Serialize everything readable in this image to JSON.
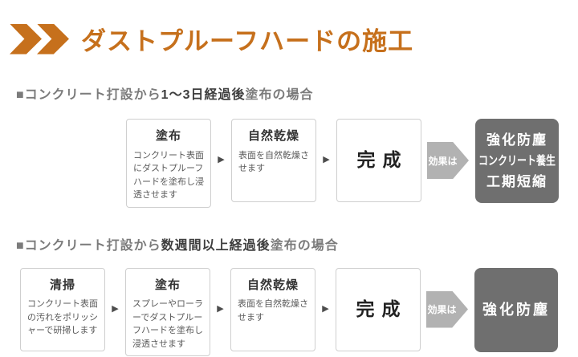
{
  "header": {
    "title": "ダストプルーフハードの施工",
    "accent_color": "#c6701c",
    "chevron_icon": "double-chevron-right"
  },
  "flow_arrow_glyph": "▶",
  "colors": {
    "heading_gray": "#7b7b7b",
    "heading_emphasis": "#3e3e3e",
    "box_border": "#cfcfcf",
    "step_title": "#333333",
    "step_description": "#595959",
    "flow_arrow": "#4d4d4d",
    "effect_arrow_bg": "#b2b2b2",
    "result_box_bg": "#6f6f6f",
    "result_text": "#ffffff"
  },
  "sections": [
    {
      "heading": {
        "prefix": "■コンクリート打設から",
        "emphasis": "1～3日経過後",
        "suffix": "塗布の場合"
      },
      "steps": [
        {
          "title": "塗布",
          "description": "コンクリート表面にダストプルーフハードを塗布し浸透させます"
        },
        {
          "title": "自然乾燥",
          "description": "表面を自然乾燥させます"
        },
        {
          "title": "完成",
          "description": ""
        }
      ],
      "effect_label": "効果は",
      "effects": [
        "強化防塵",
        "コンクリート養生",
        "工期短縮"
      ]
    },
    {
      "heading": {
        "prefix": "■コンクリート打設から",
        "emphasis": "数週間以上経過後",
        "suffix": "塗布の場合"
      },
      "steps": [
        {
          "title": "清掃",
          "description": "コンクリート表面の汚れをポリッシャーで研掃します"
        },
        {
          "title": "塗布",
          "description": "スプレーやローラーでダストプルーフハードを塗布し浸透させます"
        },
        {
          "title": "自然乾燥",
          "description": "表面を自然乾燥させます"
        },
        {
          "title": "完成",
          "description": ""
        }
      ],
      "effect_label": "効果は",
      "effects": [
        "強化防塵"
      ]
    }
  ]
}
